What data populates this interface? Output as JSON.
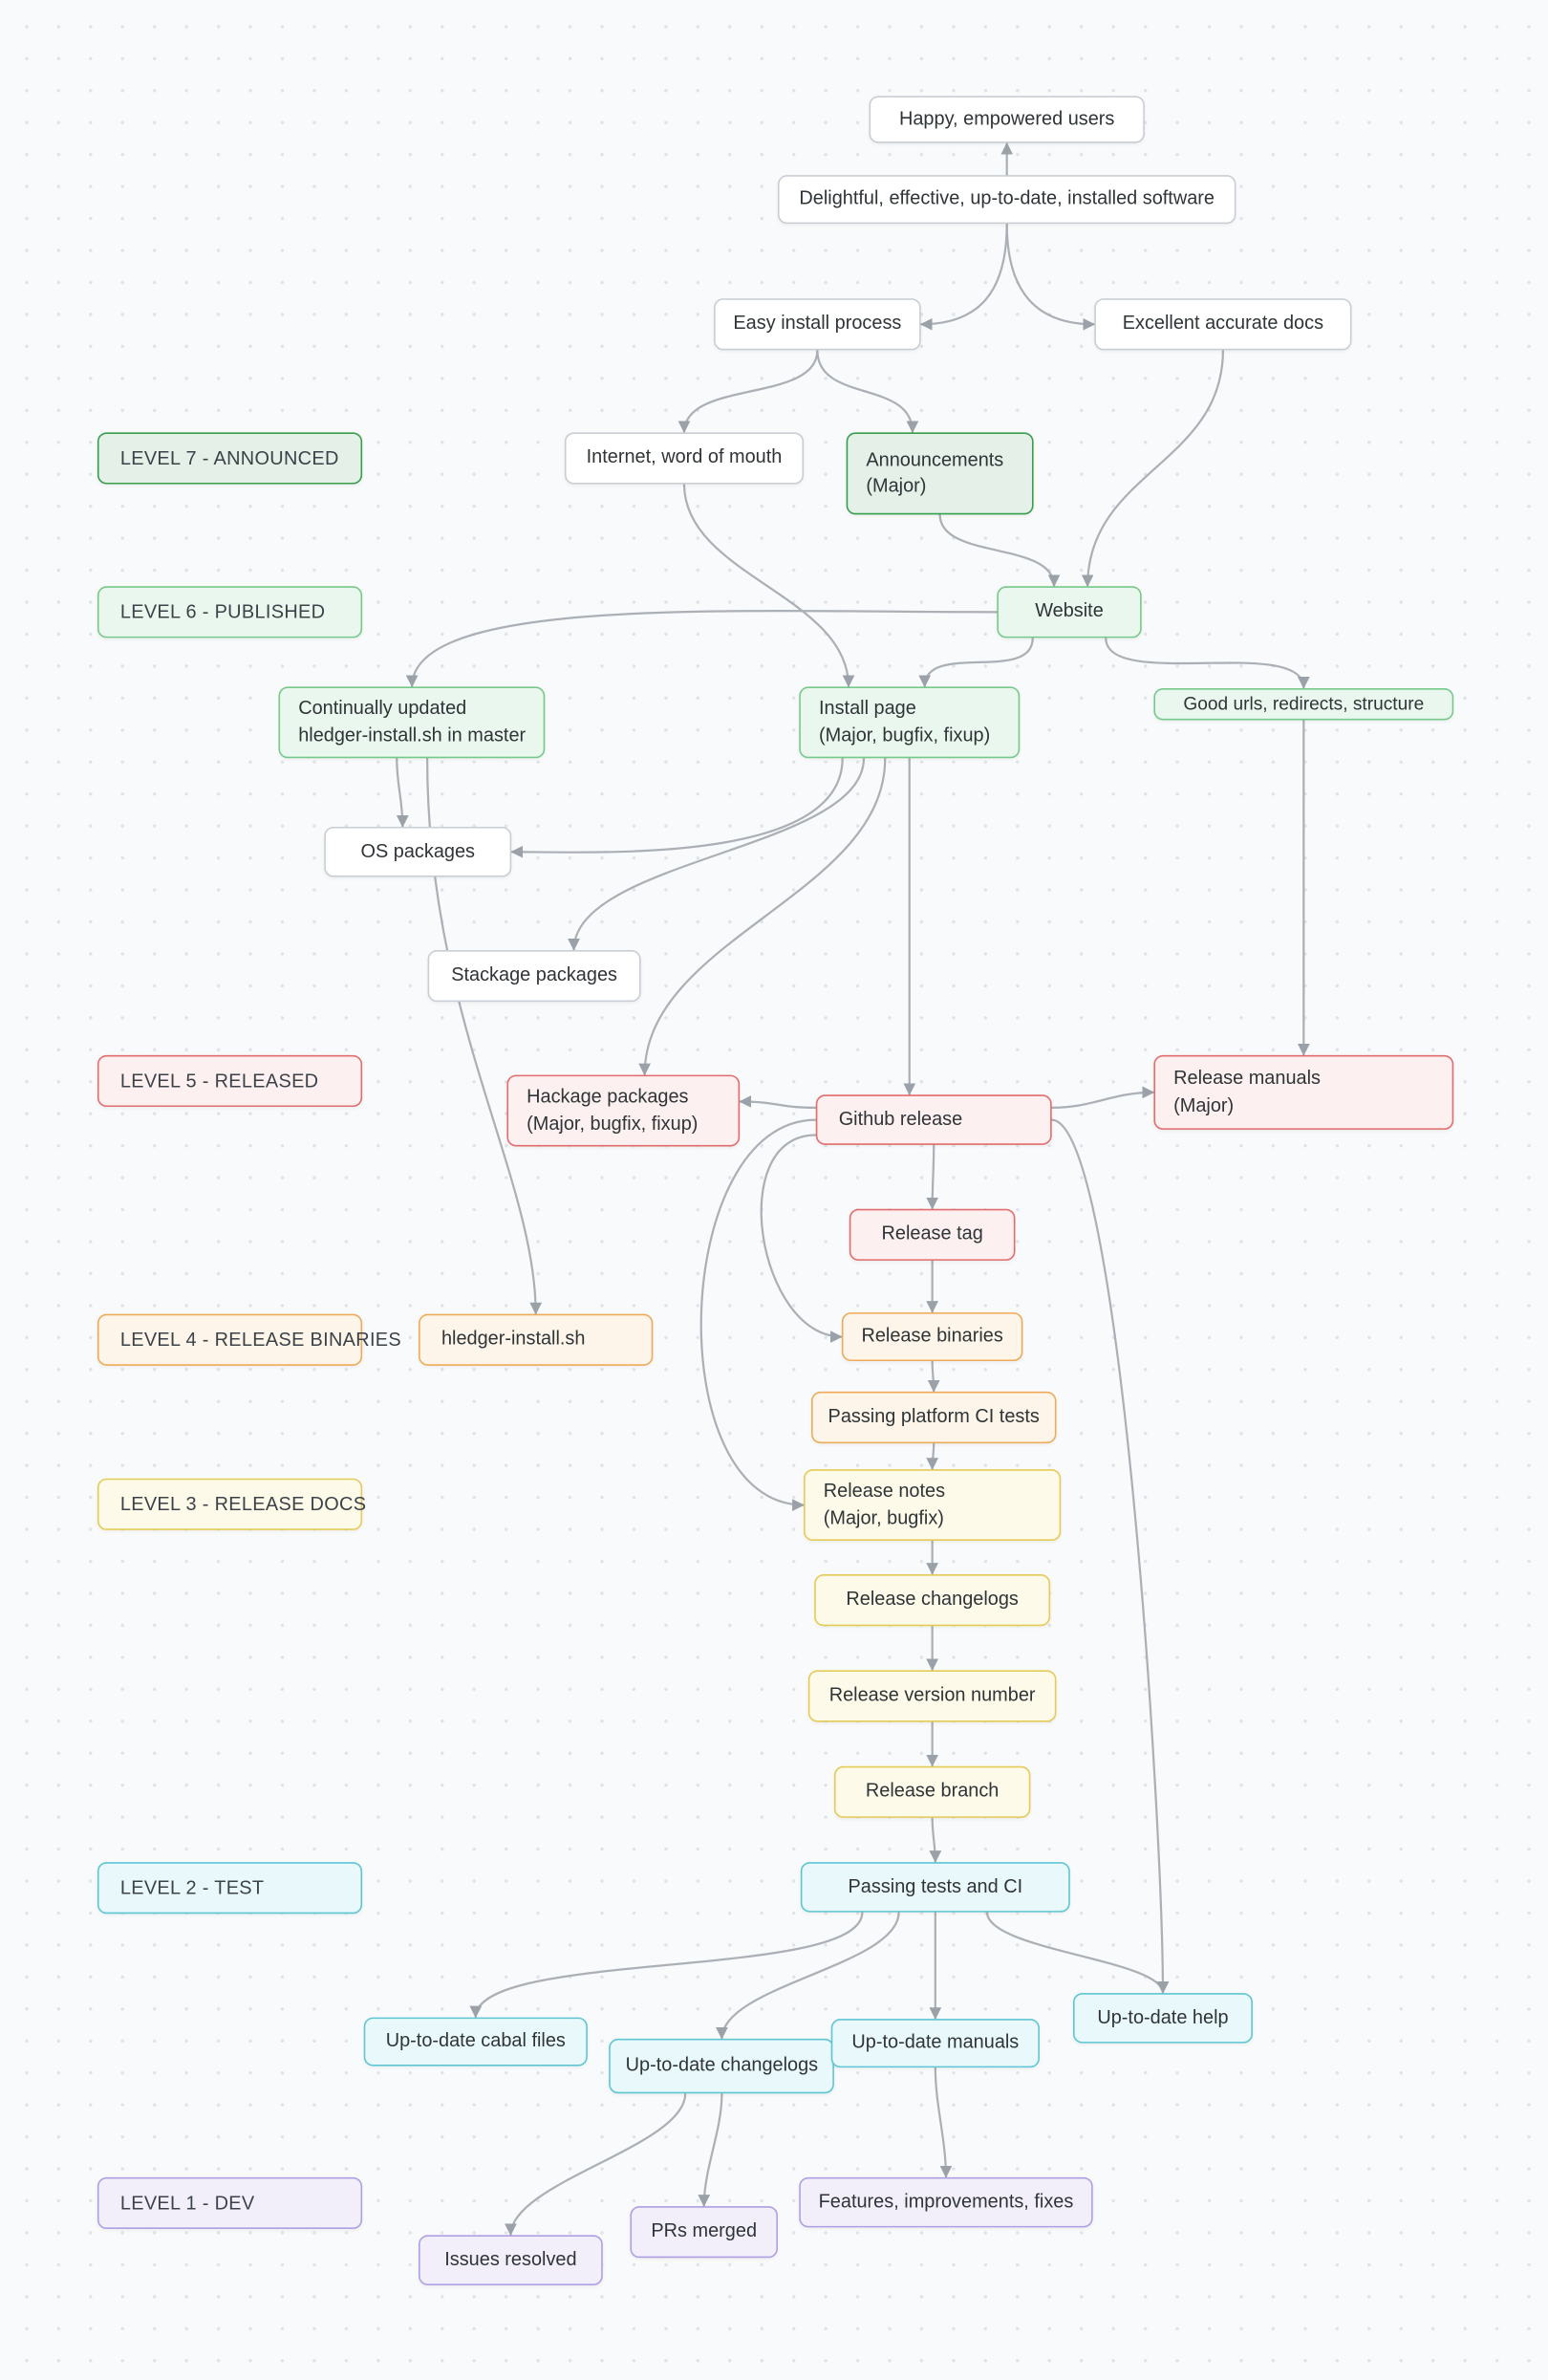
{
  "palette": {
    "level7_green_dark": {
      "border": "#379e4c",
      "fill": "#e4f0e8"
    },
    "level6_green": {
      "border": "#77c98b",
      "fill": "#eaf7ee"
    },
    "level5_red": {
      "border": "#e36c6c",
      "fill": "#fdf0f0"
    },
    "level4_orange": {
      "border": "#edab59",
      "fill": "#fdf5e9"
    },
    "level3_yellow": {
      "border": "#e5cb57",
      "fill": "#fdfae9"
    },
    "level2_cyan": {
      "border": "#5ec6d2",
      "fill": "#e9f9fb"
    },
    "level1_purple": {
      "border": "#af9fe3",
      "fill": "#f2effb"
    },
    "plain_white": {
      "border": "#c9ced4",
      "fill": "#ffffff"
    },
    "edge_gray": "#aab0b6"
  },
  "levels": [
    {
      "label": "LEVEL 7 - ANNOUNCED"
    },
    {
      "label": "LEVEL 6 - PUBLISHED"
    },
    {
      "label": "LEVEL 5 - RELEASED"
    },
    {
      "label": "LEVEL 4 - RELEASE BINARIES"
    },
    {
      "label": "LEVEL 3 - RELEASE DOCS"
    },
    {
      "label": "LEVEL 2 - TEST"
    },
    {
      "label": "LEVEL 1 - DEV"
    }
  ],
  "nodes": {
    "happy-users": {
      "label": "Happy, empowered users"
    },
    "delightful-software": {
      "label": "Delightful, effective, up-to-date, installed software"
    },
    "easy-install": {
      "label": "Easy install process"
    },
    "excellent-docs": {
      "label": "Excellent accurate docs"
    },
    "internet-word": {
      "label": "Internet, word of mouth"
    },
    "announcements": {
      "label": "Announcements",
      "sublabel": "(Major)"
    },
    "website": {
      "label": "Website"
    },
    "continually-updated": {
      "label": "Continually updated",
      "sublabel": "hledger-install.sh in master"
    },
    "install-page": {
      "label": "Install page",
      "sublabel": "(Major, bugfix, fixup)"
    },
    "good-urls": {
      "label": "Good urls, redirects, structure"
    },
    "os-packages": {
      "label": "OS packages"
    },
    "stackage-packages": {
      "label": "Stackage packages"
    },
    "hackage-packages": {
      "label": "Hackage packages",
      "sublabel": "(Major, bugfix, fixup)"
    },
    "github-release": {
      "label": "Github release"
    },
    "release-manuals": {
      "label": "Release manuals",
      "sublabel": "(Major)"
    },
    "release-tag": {
      "label": "Release tag"
    },
    "hledger-install-sh": {
      "label": "hledger-install.sh"
    },
    "release-binaries": {
      "label": "Release binaries"
    },
    "passing-platform-ci": {
      "label": "Passing platform CI tests"
    },
    "release-notes": {
      "label": "Release notes",
      "sublabel": "(Major, bugfix)"
    },
    "release-changelogs": {
      "label": "Release changelogs"
    },
    "release-version": {
      "label": "Release version number"
    },
    "release-branch": {
      "label": "Release branch"
    },
    "passing-tests-ci": {
      "label": "Passing tests and CI"
    },
    "cabal-files": {
      "label": "Up-to-date cabal files"
    },
    "changelogs": {
      "label": "Up-to-date changelogs"
    },
    "manuals": {
      "label": "Up-to-date manuals"
    },
    "help": {
      "label": "Up-to-date help"
    },
    "features": {
      "label": "Features, improvements, fixes"
    },
    "prs-merged": {
      "label": "PRs merged"
    },
    "issues-resolved": {
      "label": "Issues resolved"
    }
  },
  "edges": [
    {
      "from": "delightful-software",
      "to": "happy-users",
      "fromSide": "top",
      "toSide": "bottom",
      "k1": 14,
      "k2": 14
    },
    {
      "from": "delightful-software",
      "to": "easy-install",
      "fromSide": "bottom",
      "toSide": "right",
      "k1": 45,
      "k2": 38
    },
    {
      "from": "delightful-software",
      "to": "excellent-docs",
      "fromSide": "bottom",
      "toSide": "left",
      "k1": 45,
      "k2": 38
    },
    {
      "from": "easy-install",
      "to": "internet-word",
      "fromSide": "bottom",
      "toSide": "top",
      "k1": 35,
      "k2": 35
    },
    {
      "from": "easy-install",
      "to": "announcements",
      "fromSide": "bottom",
      "toSide": "top",
      "toOff": -18,
      "k1": 35,
      "k2": 35
    },
    {
      "from": "excellent-docs",
      "to": "website",
      "fromSide": "bottom",
      "toSide": "top",
      "toOff": 12,
      "k1": 75,
      "k2": 75
    },
    {
      "from": "announcements",
      "to": "website",
      "fromSide": "bottom",
      "toSide": "top",
      "toOff": -10,
      "k1": 30,
      "k2": 30
    },
    {
      "from": "website",
      "to": "install-page",
      "fromSide": "bottom",
      "fromOff": -24,
      "toSide": "top",
      "toOff": 10,
      "k1": 30,
      "k2": 30
    },
    {
      "from": "website",
      "to": "good-urls",
      "fromSide": "bottom",
      "fromOff": 24,
      "toSide": "top",
      "k1": 35,
      "k2": 35
    },
    {
      "from": "website",
      "to": "continually-updated",
      "fromSide": "left",
      "toSide": "top",
      "k1": 170,
      "k2": 60
    },
    {
      "from": "good-urls",
      "to": "release-manuals",
      "fromSide": "bottom",
      "toSide": "top",
      "k1": 70,
      "k2": 70
    },
    {
      "from": "install-page",
      "to": "github-release",
      "fromSide": "bottom",
      "toSide": "top",
      "toOff": -16,
      "k1": 70,
      "k2": 70
    },
    {
      "from": "install-page",
      "to": "os-packages",
      "fromSide": "bottom",
      "fromOff": -44,
      "toSide": "right",
      "k1": 70,
      "k2": 55
    },
    {
      "from": "install-page",
      "to": "stackage-packages",
      "fromSide": "bottom",
      "fromOff": -30,
      "toSide": "top",
      "toOff": 26,
      "k1": 60,
      "k2": 60
    },
    {
      "from": "install-page",
      "to": "hackage-packages",
      "fromSide": "bottom",
      "fromOff": -16,
      "toSide": "top",
      "toOff": 14,
      "k1": 90,
      "k2": 90
    },
    {
      "from": "continually-updated",
      "to": "os-packages",
      "fromSide": "bottom",
      "fromOff": -10,
      "toSide": "top",
      "toOff": -10,
      "k1": 18,
      "k2": 18
    },
    {
      "from": "continually-updated",
      "to": "hledger-install-sh",
      "fromSide": "bottom",
      "fromOff": 10,
      "toSide": "top",
      "k1": 170,
      "k2": 90
    },
    {
      "from": "github-release",
      "to": "release-tag",
      "k1": 16,
      "k2": 16
    },
    {
      "from": "release-tag",
      "to": "release-binaries",
      "k1": 13,
      "k2": 13
    },
    {
      "from": "release-binaries",
      "to": "passing-platform-ci",
      "k1": 8,
      "k2": 8
    },
    {
      "from": "passing-platform-ci",
      "to": "release-notes",
      "k1": 7,
      "k2": 7
    },
    {
      "from": "release-notes",
      "to": "release-changelogs",
      "k1": 11,
      "k2": 11
    },
    {
      "from": "release-changelogs",
      "to": "release-version",
      "k1": 11,
      "k2": 11
    },
    {
      "from": "release-version",
      "to": "release-branch",
      "k1": 11,
      "k2": 11
    },
    {
      "from": "release-branch",
      "to": "passing-tests-ci",
      "k1": 11,
      "k2": 11
    },
    {
      "from": "passing-tests-ci",
      "to": "cabal-files",
      "fromSide": "bottom",
      "fromOff": -48,
      "toSide": "top",
      "k1": 45,
      "k2": 45
    },
    {
      "from": "passing-tests-ci",
      "to": "changelogs",
      "fromSide": "bottom",
      "fromOff": -24,
      "toSide": "top",
      "k1": 35,
      "k2": 35
    },
    {
      "from": "passing-tests-ci",
      "to": "manuals",
      "k1": 25,
      "k2": 25
    },
    {
      "from": "passing-tests-ci",
      "to": "help",
      "fromSide": "bottom",
      "fromOff": 34,
      "toSide": "top",
      "k1": 25,
      "k2": 22
    },
    {
      "from": "changelogs",
      "to": "prs-merged",
      "k1": 25,
      "k2": 25
    },
    {
      "from": "changelogs",
      "to": "issues-resolved",
      "fromSide": "bottom",
      "fromOff": -24,
      "toSide": "top",
      "k1": 35,
      "k2": 35
    },
    {
      "from": "manuals",
      "to": "features",
      "k1": 25,
      "k2": 25
    },
    {
      "from": "github-release",
      "to": "release-notes",
      "fromSide": "left",
      "toSide": "left",
      "k1": 95,
      "k2": 95
    },
    {
      "from": "github-release",
      "to": "release-binaries",
      "fromSide": "left",
      "fromOff": 10,
      "toSide": "left",
      "k1": 60,
      "k2": 55
    },
    {
      "from": "github-release",
      "to": "hackage-packages",
      "fromSide": "left",
      "fromOff": -8,
      "toSide": "right",
      "toOff": -6,
      "k1": 26,
      "k2": 26
    },
    {
      "from": "github-release",
      "to": "help",
      "fromSide": "right",
      "toSide": "top",
      "k1": 45,
      "k2": 110
    },
    {
      "from": "github-release",
      "to": "release-manuals",
      "fromSide": "right",
      "fromOff": -8,
      "toSide": "left",
      "k1": 28,
      "k2": 28
    },
    {
      "from": "internet-word",
      "to": "install-page",
      "fromSide": "bottom",
      "toSide": "top",
      "toOff": -40,
      "k1": 60,
      "k2": 60
    }
  ]
}
